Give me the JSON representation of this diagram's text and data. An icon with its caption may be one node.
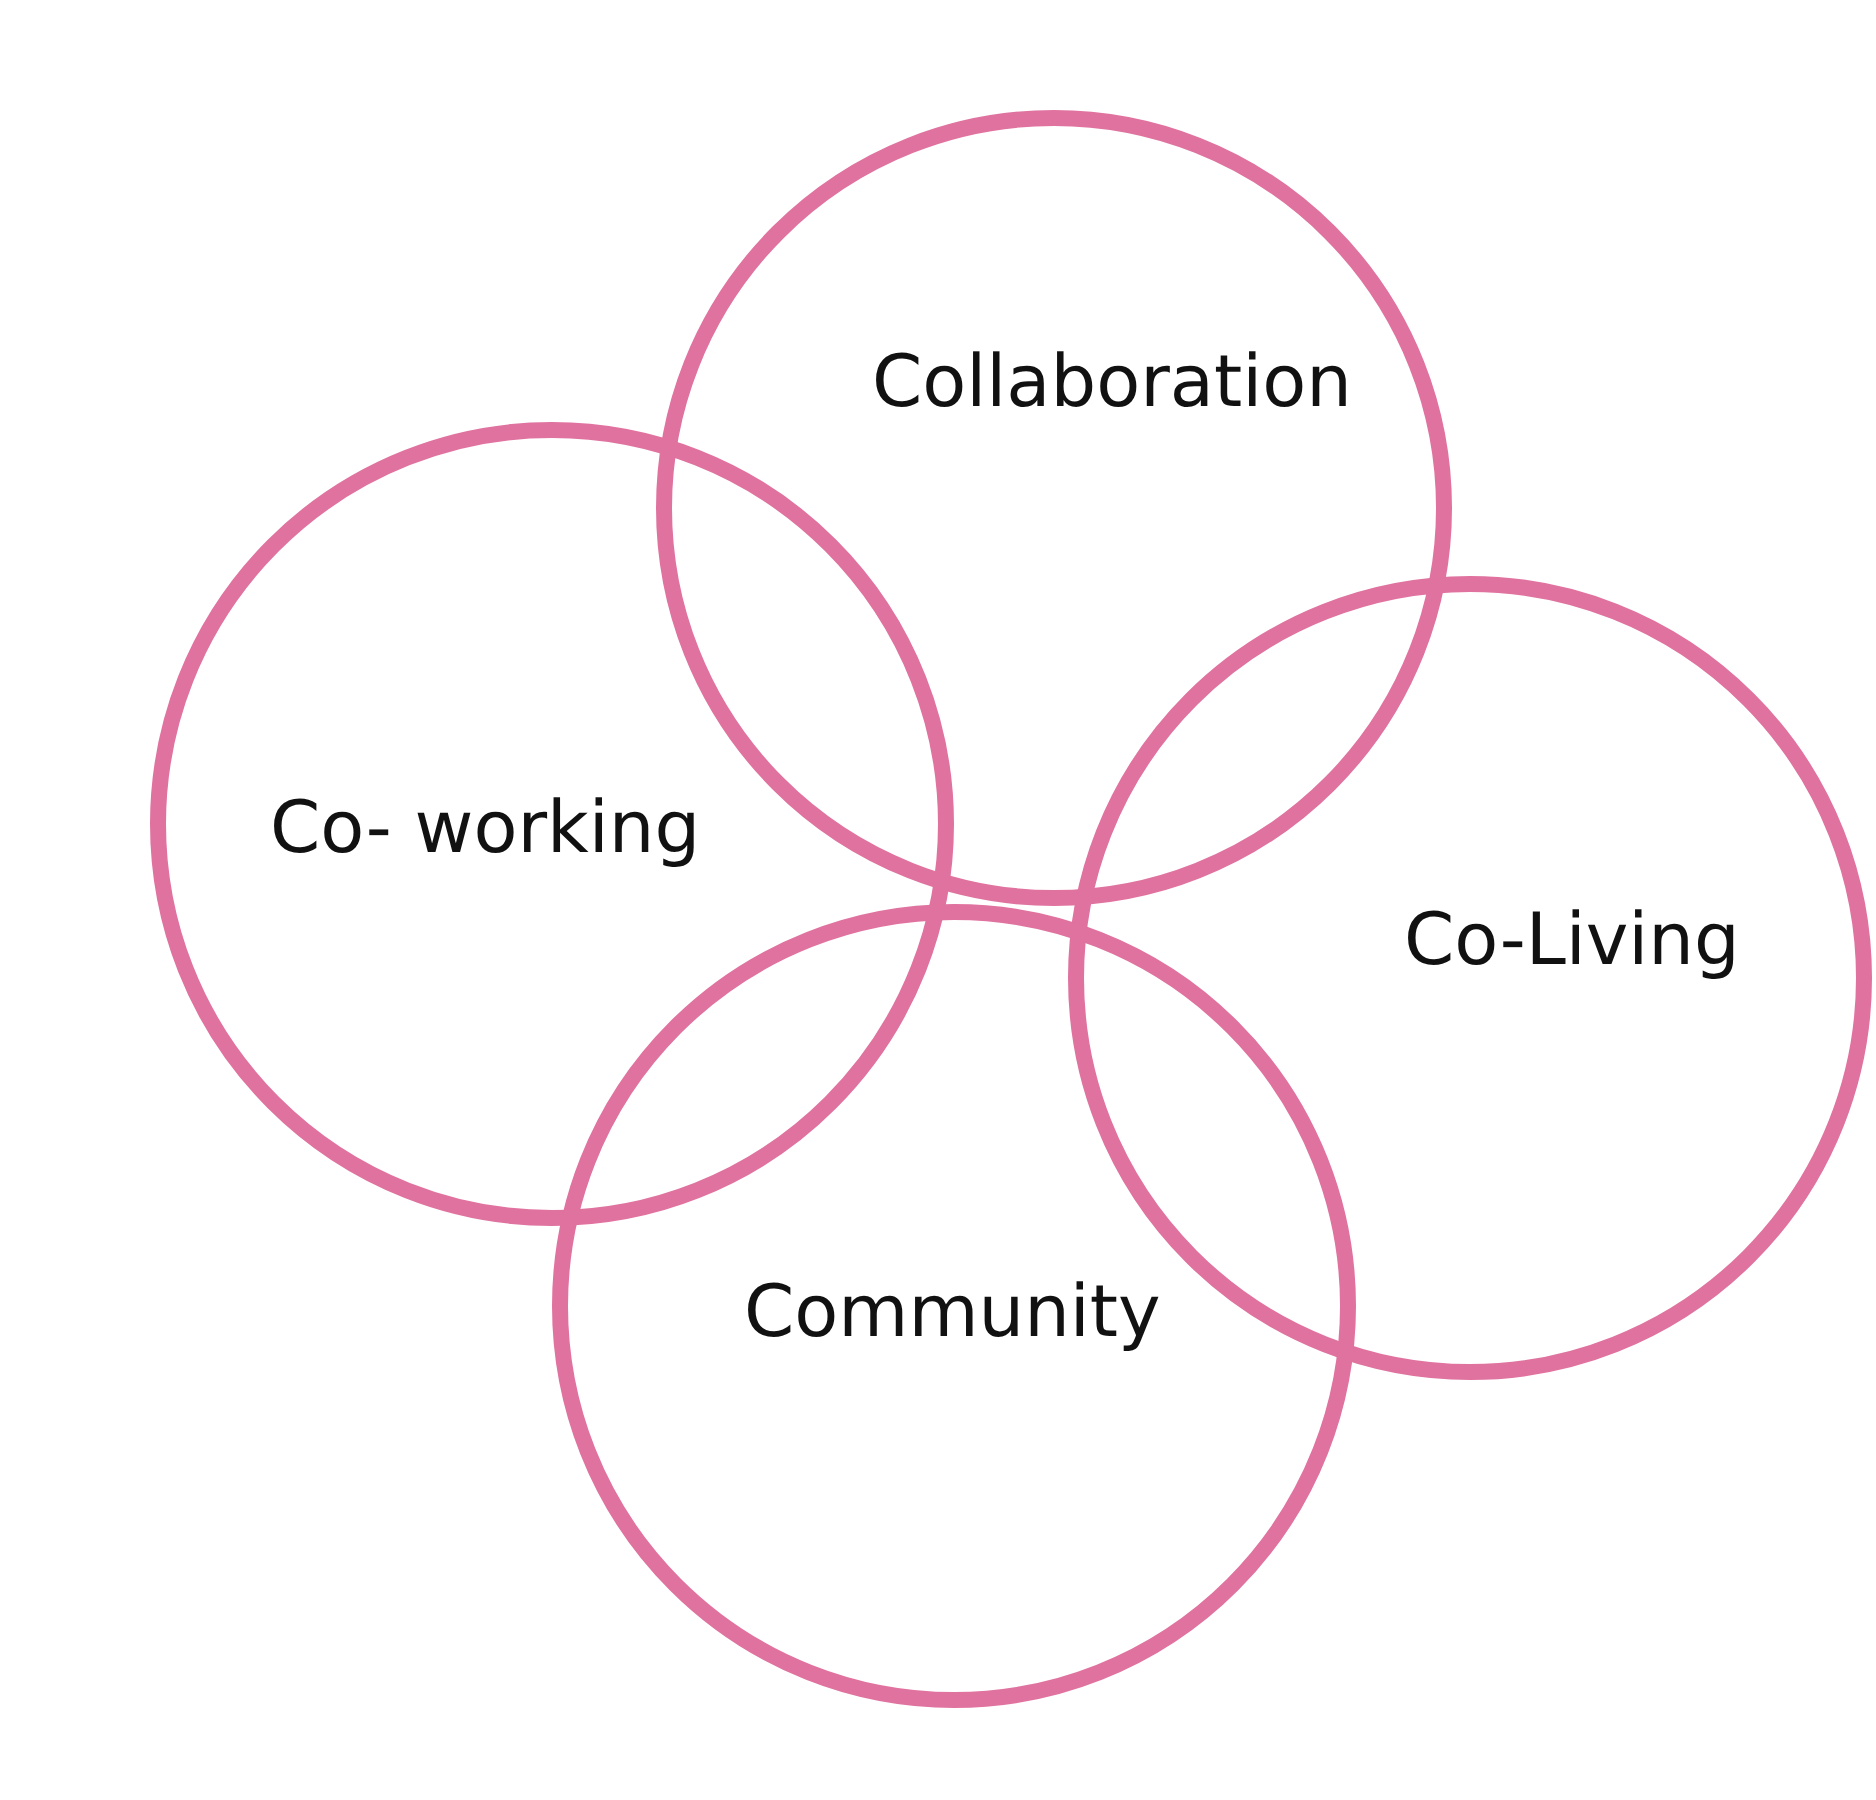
{
  "diagram": {
    "nodes": [
      {
        "text": [
          "Collaboration"
        ]
      },
      {
        "text": [
          "Co- working"
        ]
      },
      {
        "text": [
          "Co-Living"
        ]
      },
      {
        "text": [
          "Community"
        ]
      }
    ]
  }
}
